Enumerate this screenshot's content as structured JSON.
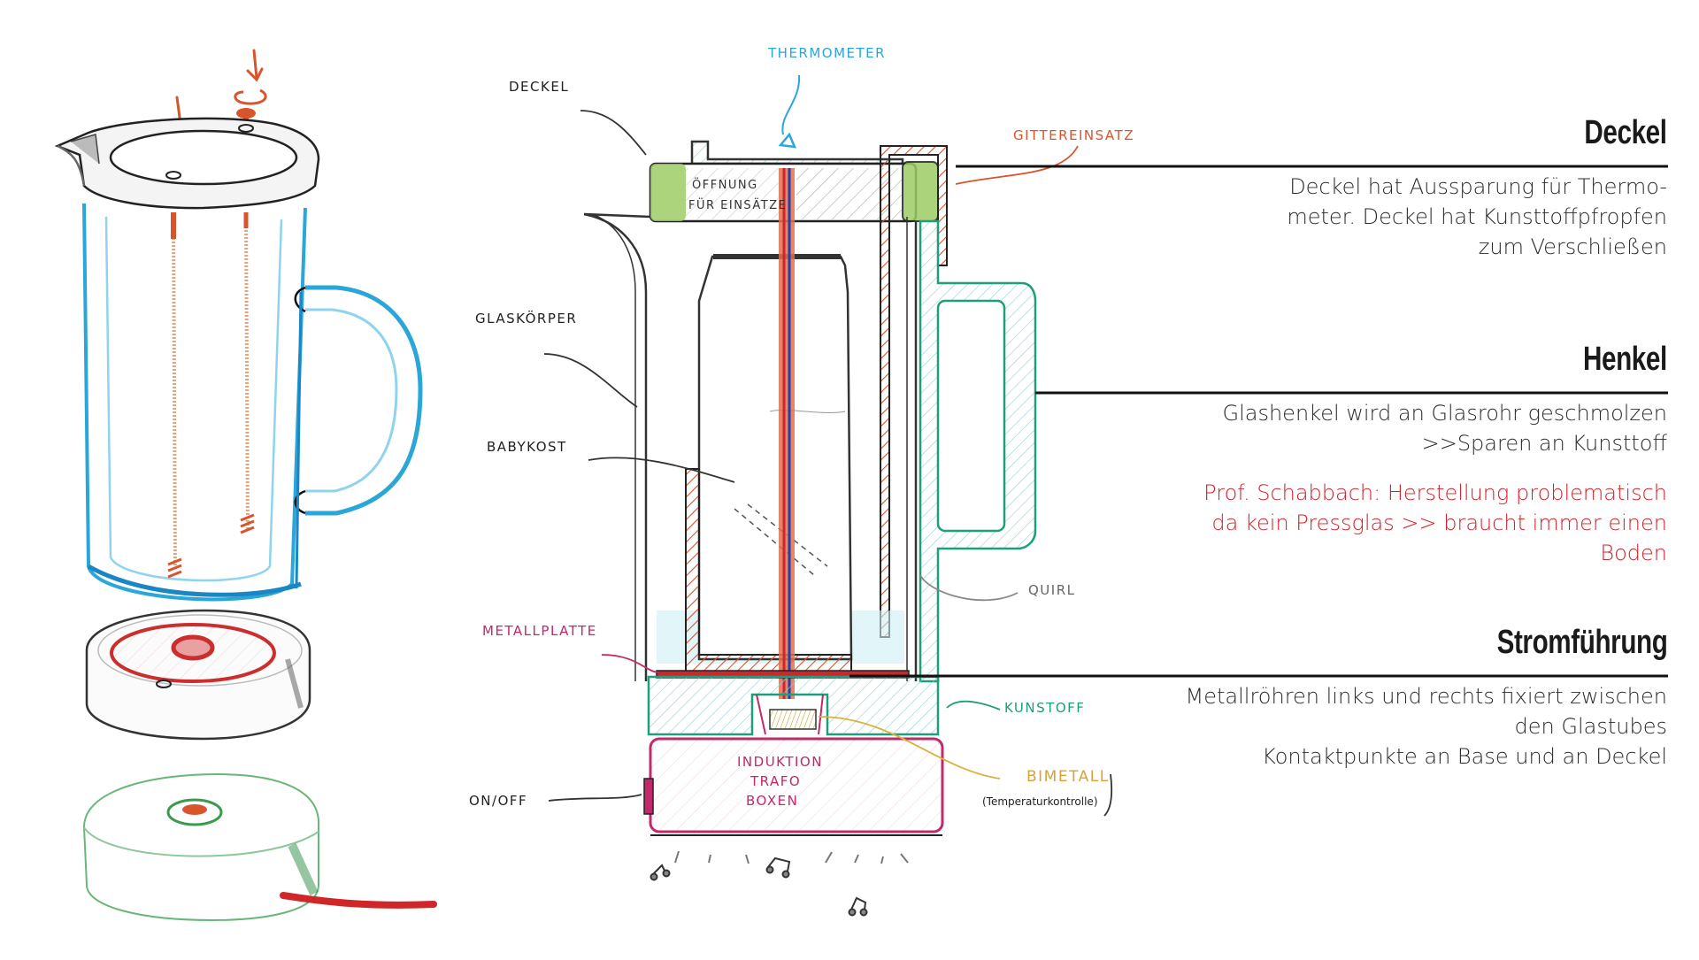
{
  "colors": {
    "accent_red": "#d2232a",
    "glass_blue": "#2aa6d8",
    "lid_green": "#9ccc65",
    "plastic_teal": "#1e9e7a",
    "insert_orange": "#d9542b",
    "base_magenta": "#c2286a",
    "bimetal_yellow": "#d8b23a"
  },
  "sketch_labels": {
    "deckel": "DECKEL",
    "thermometer": "THERMOMETER",
    "gittereinsatz": "GITTEREINSATZ",
    "oeffnung_line1": "ÖFFNUNG",
    "oeffnung_line2": "FÜR EINSÄTZE",
    "glaskoerper": "GLASKÖRPER",
    "babykost": "BABYKOST",
    "quirl": "QUIRL",
    "metallplatte": "METALLPLATTE",
    "kunststoff": "KUNSTOFF",
    "induktion_line1": "INDUKTION",
    "induktion_line2": "TRAFO",
    "induktion_line3": "BOXEN",
    "bimetall": "BIMETALL",
    "temperaturkontrolle": "(Temperaturkontrolle)",
    "on_off": "ON/OFF"
  },
  "icons": [
    "music-note-icon",
    "arrow-icon",
    "rotate-icon"
  ],
  "sections": [
    {
      "title": "Deckel",
      "lines": [
        "Deckel hat Aussparung für Thermo-",
        "meter. Deckel hat Kunsttoffpfropfen",
        "zum Verschließen"
      ]
    },
    {
      "title": "Henkel",
      "lines": [
        "Glashenkel wird an Glasrohr geschmolzen",
        ">>Sparen an Kunsttoff"
      ],
      "note_lines": [
        "Prof. Schabbach: Herstellung problematisch",
        "da kein Pressglas >> braucht immer einen",
        "Boden"
      ]
    },
    {
      "title": "Stromführung",
      "lines": [
        "Metallröhren links und rechts  fixiert zwischen",
        "den Glastubes",
        "Kontaktpunkte an Base und an Deckel"
      ]
    }
  ]
}
